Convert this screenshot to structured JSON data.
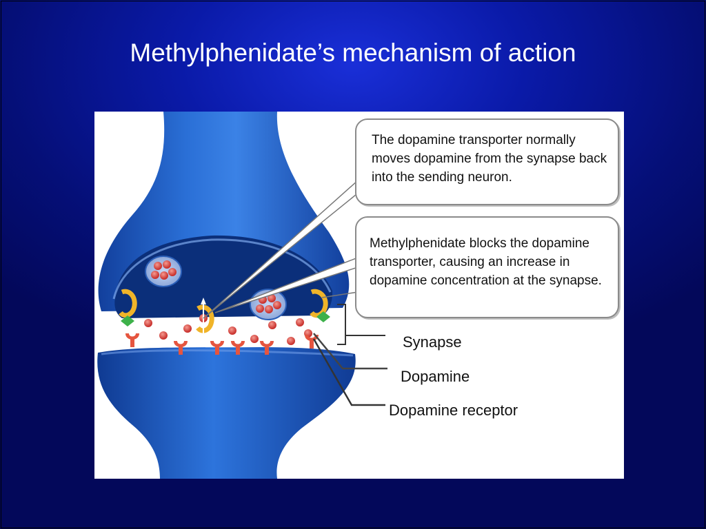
{
  "slide": {
    "title": "Methylphenidate’s mechanism of action"
  },
  "diagram": {
    "callouts": [
      {
        "text": "The dopamine transporter normally moves dopamine from the synapse back into the sending neuron."
      },
      {
        "text": "Methylphenidate blocks the dopamine transporter, causing an increase in dopamine concentration at the synapse."
      }
    ],
    "labels": {
      "synapse": "Synapse",
      "dopamine": "Dopamine",
      "receptor": "Dopamine receptor"
    }
  },
  "colors": {
    "background": "#0a1aa8",
    "neuron": "#1f5bbf",
    "dopamine": "#d8403a",
    "receptor": "#e5553f",
    "transporter": "#f0b429",
    "methylphenidate": "#3db14a"
  }
}
